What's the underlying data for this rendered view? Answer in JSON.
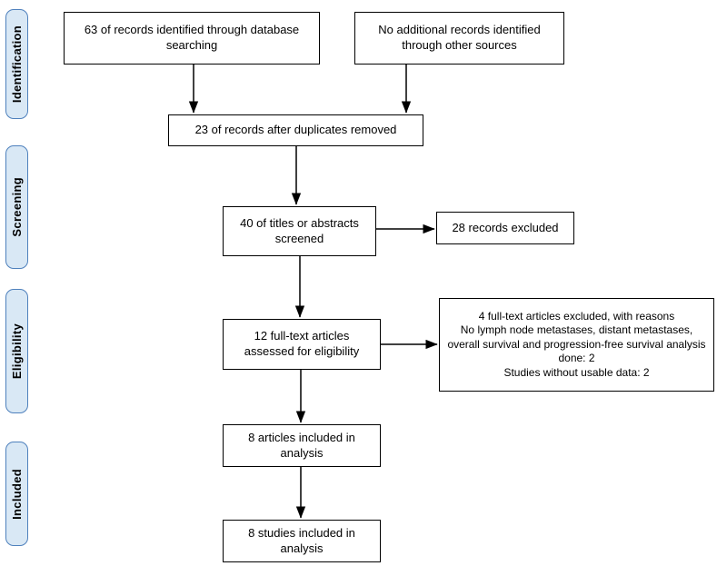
{
  "diagram": {
    "type": "prisma-flow",
    "stages": [
      {
        "label": "Identification"
      },
      {
        "label": "Screening"
      },
      {
        "label": "Eligibility"
      },
      {
        "label": "Included"
      }
    ],
    "boxes": {
      "database_search": "63 of records identified through database searching",
      "other_sources": "No additional records identified through other sources",
      "after_duplicates": "23 of records after duplicates removed",
      "screened": "40 of titles or abstracts screened",
      "records_excluded": "28 records excluded",
      "fulltext_assessed": "12 full-text articles assessed for eligibility",
      "fulltext_excluded": {
        "title": "4 full-text articles excluded, with reasons",
        "reasons": [
          "No lymph node metastases, distant metastases, overall survival and progression-free survival analysis done: 2",
          "Studies without usable data: 2"
        ]
      },
      "articles_included": "8 articles included in analysis",
      "studies_included": "8 studies included in analysis"
    }
  },
  "colors": {
    "background": "#ffffff",
    "stage_fill": "#d9e8f5",
    "stage_border": "#4f81bd",
    "box_fill": "#ffffff",
    "box_border": "#000000",
    "arrow": "#000000"
  }
}
